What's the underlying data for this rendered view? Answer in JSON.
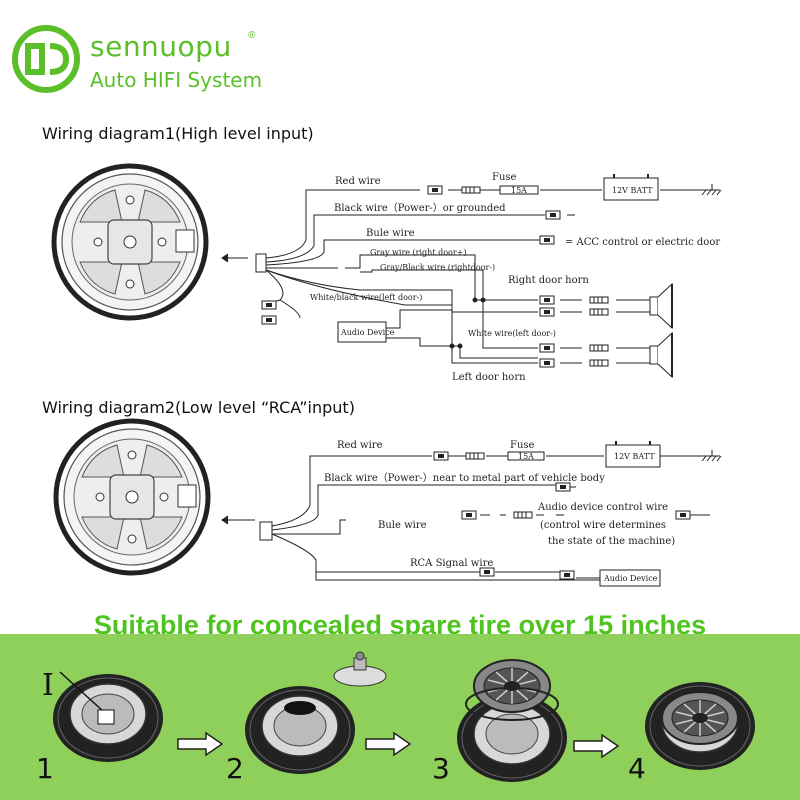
{
  "brand": {
    "name": "sennuopu",
    "registered": "®",
    "tagline": "Auto HIFI System",
    "accent_color": "#5bbf2a"
  },
  "diagram1": {
    "title": "Wiring diagram1(High level input)",
    "labels": {
      "red_wire": "Red wire",
      "fuse": "Fuse",
      "fuse_rating": "15A",
      "battery": "12V BATT",
      "black_wire": "Black wire（Power-）or grounded",
      "blue_wire": "Bule wire",
      "acc": "= ACC control or electric door",
      "gray_wire": "Gray wire (right door+)",
      "gray_black_wire": "Gray/Black wire (rightdoor-)",
      "right_door_horn": "Right door horn",
      "white_black_wire": "White/black wire(left door-)",
      "audio_device": "Audio Device",
      "white_wire": "White wire(left door-)",
      "left_door_horn": "Left door horn"
    }
  },
  "diagram2": {
    "title": "Wiring diagram2(Low level “RCA”input)",
    "labels": {
      "red_wire": "Red wire",
      "fuse": "Fuse",
      "fuse_rating": "15A",
      "battery": "12V BATT",
      "black_wire": "Black wire（Power-）near to metal part of vehicle body",
      "blue_wire": "Bule wire",
      "control_wire": "Audio device control wire",
      "control_note1": "(control wire determines",
      "control_note2": "the state of the machine)",
      "rca_wire": "RCA Signal wire",
      "audio_device": "Audio Device"
    }
  },
  "install": {
    "banner": "Suitable for concealed spare tire over 15 inches",
    "callout": "I",
    "steps": [
      "1",
      "2",
      "3",
      "4"
    ],
    "panel_color": "#8ed05a"
  }
}
